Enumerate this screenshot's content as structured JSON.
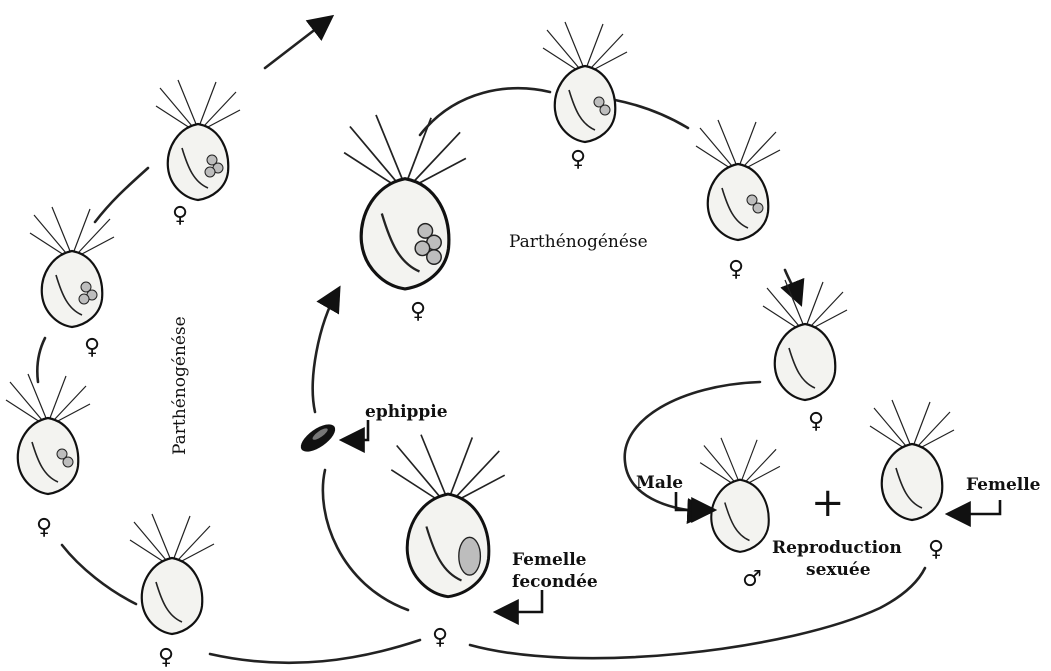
{
  "labels": {
    "parthenogenese_left": "Parthénogénése",
    "parthenogenese_top": "Parthénogénése",
    "ephippie": "ephippie",
    "femelle_fecondee_1": "Femelle",
    "femelle_fecondee_2": "fecondée",
    "male": "Male",
    "femelle": "Femelle",
    "reproduction_1": "Reproduction",
    "reproduction_2": "sexuée",
    "plus": "+"
  },
  "symbols": {
    "female": "♀",
    "male": "♂"
  },
  "organisms": [
    {
      "name": "daphnia-left-top",
      "sex": "female",
      "eggs": true
    },
    {
      "name": "daphnia-left-2",
      "sex": "female",
      "eggs": true
    },
    {
      "name": "daphnia-left-3",
      "sex": "female",
      "eggs": true
    },
    {
      "name": "daphnia-left-bottom",
      "sex": "female",
      "eggs": false
    },
    {
      "name": "daphnia-center-large",
      "sex": "female",
      "eggs": true
    },
    {
      "name": "daphnia-top-right",
      "sex": "female",
      "eggs": true
    },
    {
      "name": "daphnia-right-2",
      "sex": "female",
      "eggs": true
    },
    {
      "name": "daphnia-right-3",
      "sex": "female",
      "eggs": false
    },
    {
      "name": "daphnia-fecundated-female",
      "sex": "female",
      "eggs": false
    },
    {
      "name": "daphnia-male",
      "sex": "male",
      "eggs": false
    },
    {
      "name": "daphnia-female-sexual",
      "sex": "female",
      "eggs": false
    }
  ]
}
